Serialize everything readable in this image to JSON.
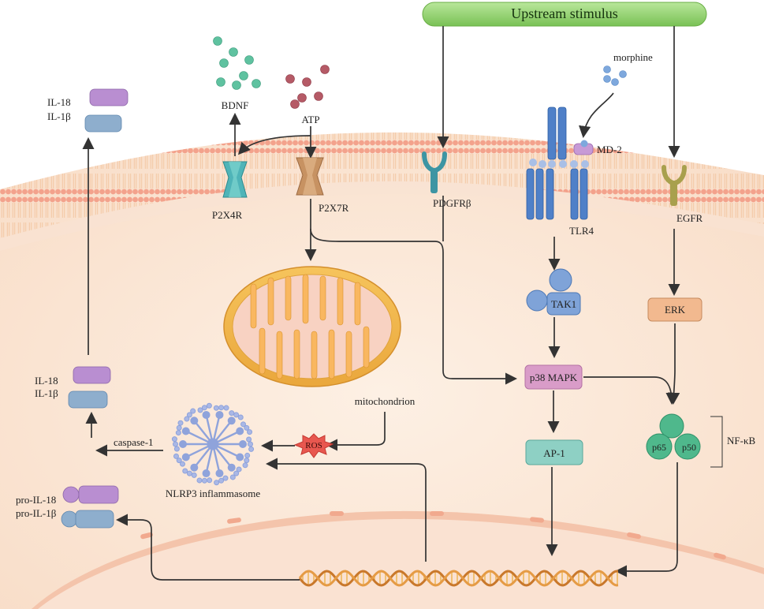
{
  "stimulus": "Upstream stimulus",
  "ligands": {
    "bdnf": "BDNF",
    "atp": "ATP",
    "morphine": "morphine",
    "md2": "MD-2"
  },
  "receptors": {
    "p2x4r": "P2X4R",
    "p2x7r": "P2X7R",
    "pdgfrb": "PDGFRβ",
    "tlr4": "TLR4",
    "egfr": "EGFR"
  },
  "kinases": {
    "tak1": "TAK1",
    "p38": "p38 MAPK",
    "erk": "ERK",
    "ap1": "AP-1"
  },
  "nfkb": {
    "label": "NF-κB",
    "p65": "p65",
    "p50": "p50"
  },
  "organelles": {
    "mito": "mitochondrion",
    "ros": "ROS",
    "nlrp3": "NLRP3 inflammasome"
  },
  "cytokines": {
    "top": [
      "IL-18",
      "IL-1β"
    ],
    "mid": [
      "IL-18",
      "IL-1β"
    ],
    "pro": [
      "pro-IL-18",
      "pro-IL-1β"
    ],
    "caspase": "caspase-1"
  },
  "colors": {
    "stimulus": "#8fd16a",
    "cytoplasm": "#fbe6d6",
    "membrane": "#f3a48f",
    "bdnf_dots": "#5fc2a0",
    "atp_dots": "#b55a66",
    "morphine_dots": "#7ea8dd",
    "tlr4": "#4f80c8",
    "kinase_blue": "#7fa3d8",
    "p38": "#d99cc8",
    "erk": "#f2b98f",
    "ap1": "#8ed0c4",
    "nfkb": "#4fb88c",
    "il_purple": "#b98ed1",
    "il_blue": "#8eaecd",
    "ros": "#e8574f",
    "nlrp3": "#8fa3db"
  }
}
